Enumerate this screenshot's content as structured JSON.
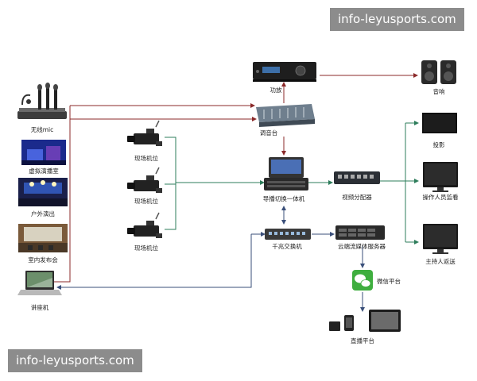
{
  "watermarks": {
    "top": "info-leyusports.com",
    "bottom": "info-leyusports.com"
  },
  "nodes": {
    "wireless_mic": "无线mic",
    "virtual_studio": "虚拟演播室",
    "outdoor_show": "户外演出",
    "indoor_launch": "室内发布会",
    "lecture_pc": "讲座机",
    "camera_1": "现场机位",
    "camera_2": "现场机位",
    "camera_3": "现场机位",
    "amplifier": "功放",
    "speakers": "音响",
    "mixer": "调音台",
    "switcher": "导播切换一体机",
    "gigabit_switch": "千兆交换机",
    "video_splitter": "视频分配器",
    "cloud_server": "云端流媒体服务器",
    "wechat": "微信平台",
    "live_platform": "直播平台",
    "projection": "投影",
    "operator_monitor": "操作人员监看",
    "host_monitor": "主持人返送"
  },
  "colors": {
    "audio_line": "#8b2a2a",
    "video_line": "#2e7d5b",
    "data_line": "#3a4f7a"
  }
}
